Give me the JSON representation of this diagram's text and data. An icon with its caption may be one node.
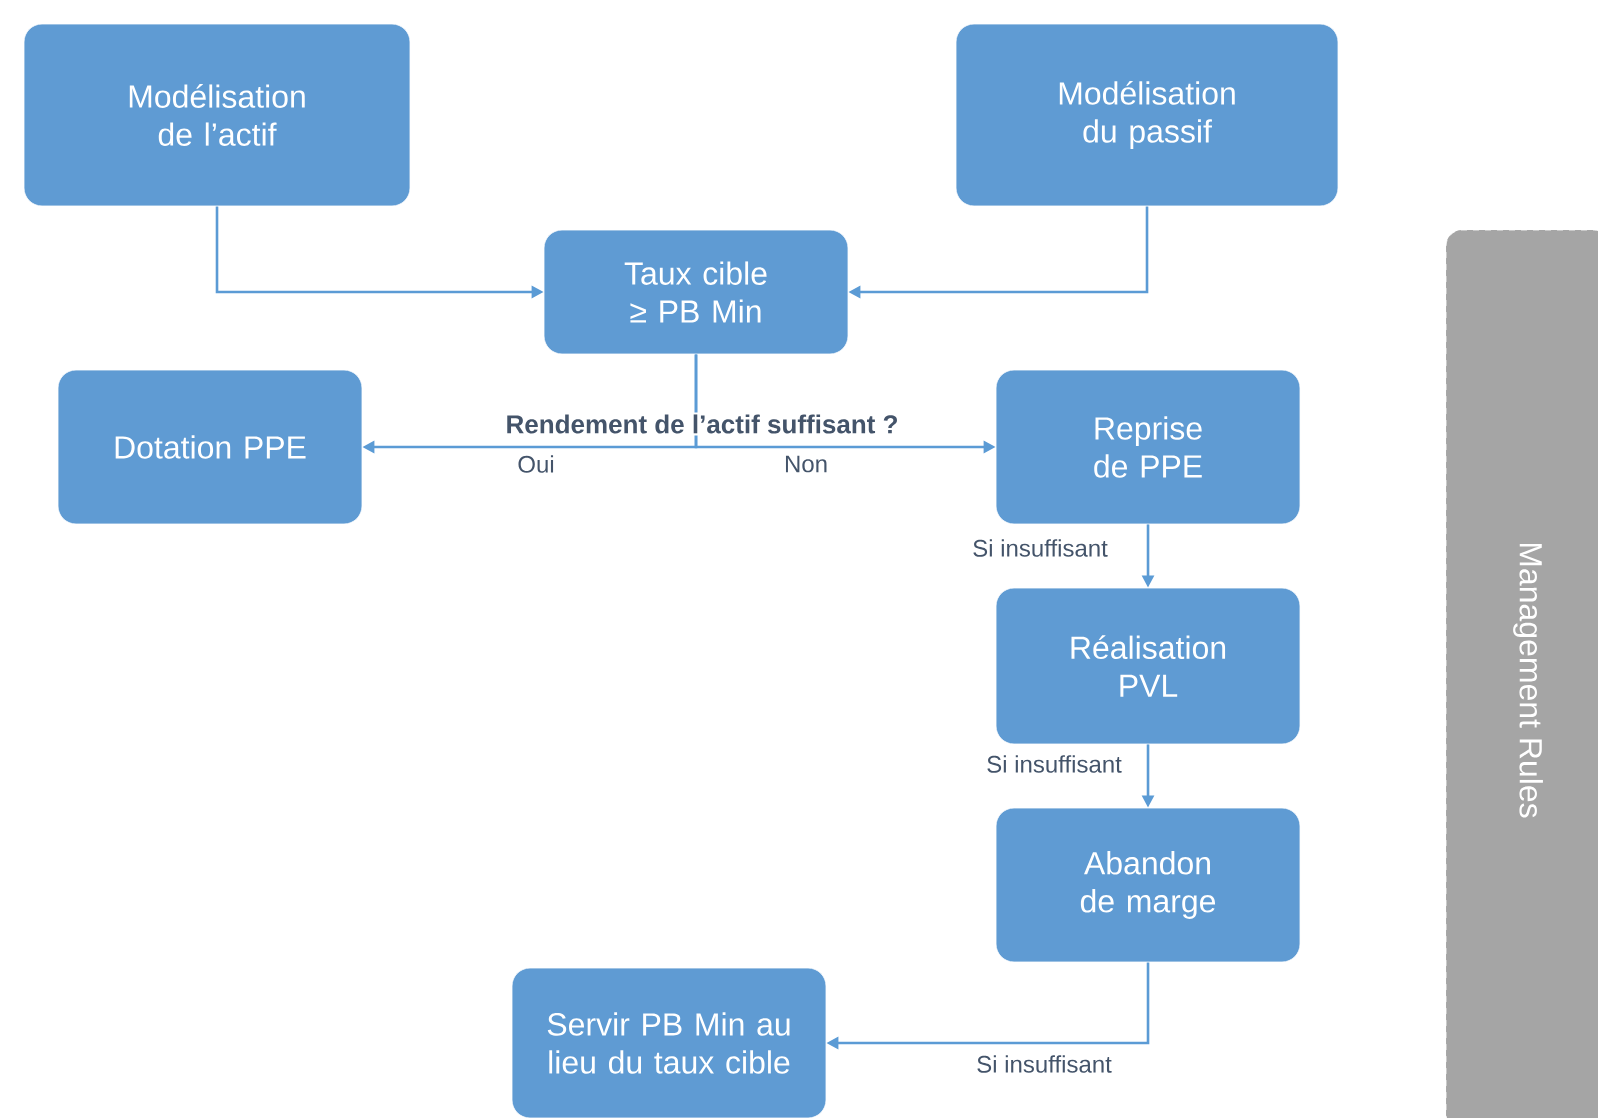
{
  "diagram": {
    "nodes": [
      {
        "text": [
          "Modélisation de l’actif"
        ]
      },
      {
        "text": [
          "Modélisation du passif"
        ]
      },
      {
        "text": [
          "Taux cible ≥ PB Min"
        ]
      },
      {
        "text": [
          "Dotation PPE"
        ]
      },
      {
        "text": [
          "Reprise de PPE"
        ]
      },
      {
        "text": [
          "Réalisation PVL"
        ]
      },
      {
        "text": [
          "Abandon de marge"
        ]
      },
      {
        "text": [
          "Servir PB Min au lieu du taux cible"
        ]
      },
      {
        "text": [
          "Management Rules"
        ]
      }
    ],
    "edges": [
      {
        "from": 0,
        "to": 2,
        "arrow": "to"
      },
      {
        "from": 1,
        "to": 2,
        "arrow": "to"
      },
      {
        "from": 2,
        "to": 3,
        "arrow": "to",
        "label": "Oui"
      },
      {
        "from": 2,
        "to": 4,
        "arrow": "to",
        "label": "Non"
      },
      {
        "from": 4,
        "to": 5,
        "arrow": "to",
        "label": "Si insuffisant"
      },
      {
        "from": 5,
        "to": 6,
        "arrow": "to",
        "label": "Si insuffisant"
      },
      {
        "from": 6,
        "to": 7,
        "arrow": "to",
        "label": "Si insuffisant"
      }
    ],
    "labels": [
      "Rendement de l’actif suffisant ?"
    ]
  }
}
